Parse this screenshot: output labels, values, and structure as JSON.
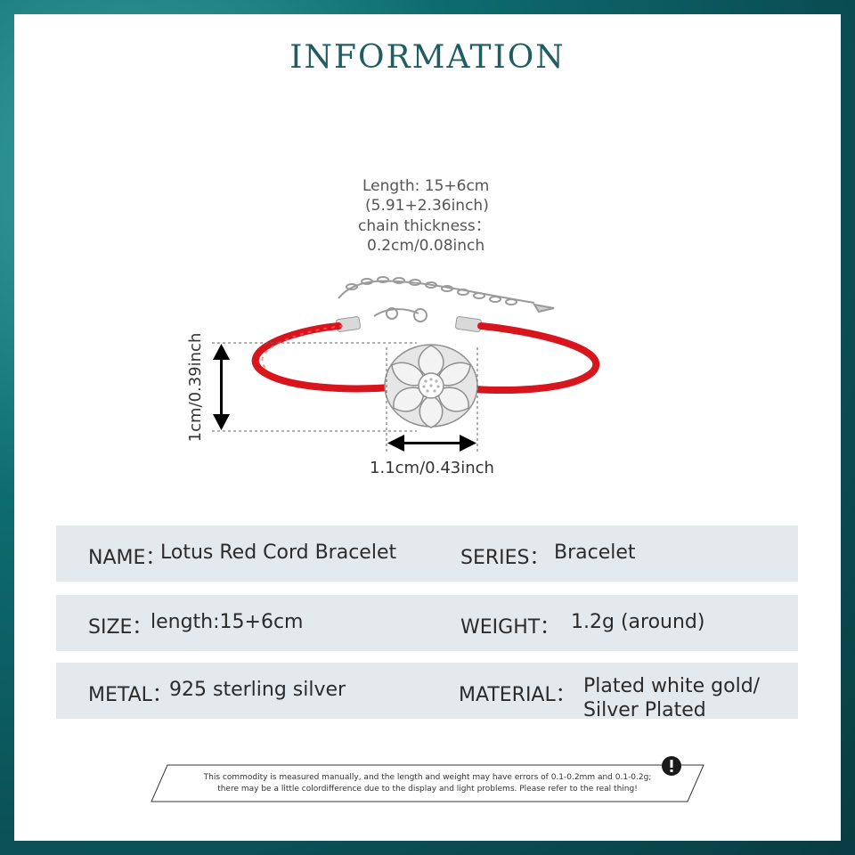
{
  "title": "INFORMATION",
  "spec": {
    "length": "Length: 15+6cm",
    "length_inch": "(5.91+2.36inch)",
    "thickness_label": "chain thickness：",
    "thickness_value": "0.2cm/0.08inch",
    "height_dim": "1cm/0.39inch",
    "width_dim": "1.1cm/0.43inch"
  },
  "table": {
    "name_label": "NAME：",
    "name_value": "Lotus Red Cord Bracelet",
    "series_label": "SERIES：",
    "series_value": "Bracelet",
    "size_label": "SIZE：",
    "size_value": "length:15+6cm",
    "weight_label": "WEIGHT：",
    "weight_value": "1.2g (around)",
    "metal_label": "METAL：",
    "metal_value": "925 sterling silver",
    "material_label": "MATERIAL：",
    "material_value_1": "Plated white gold/",
    "material_value_2": "Silver Plated"
  },
  "note": {
    "line1": "This commodity is measured manually, and the length and weight may have errors of 0.1-0.2mm and 0.1-0.2g;",
    "line2": "there may be a little colordifference due to the display and light problems. Please refer to the real thing!"
  },
  "colors": {
    "frame": "#0d6c6f",
    "title": "#1f5d63",
    "cord": "#d8141c",
    "row_bg": "#e4e9ee"
  }
}
